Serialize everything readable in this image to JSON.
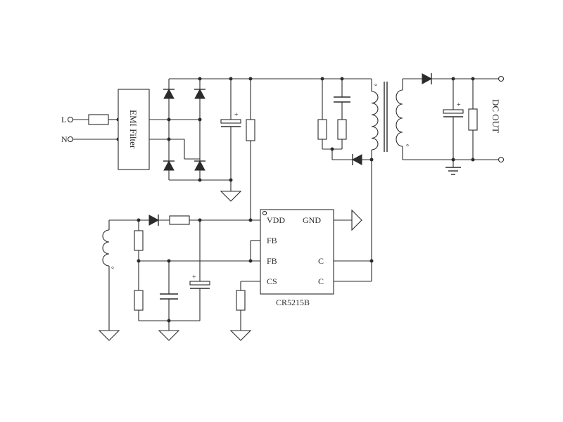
{
  "inputs": {
    "line": "L",
    "neutral": "N"
  },
  "emi_filter": {
    "label": "EMI Filter"
  },
  "ic": {
    "part": "CR5215B",
    "pins": {
      "vdd": "VDD",
      "fb1": "FB",
      "fb2": "FB",
      "cs": "CS",
      "gnd": "GND",
      "c1": "C",
      "c2": "C"
    }
  },
  "output": {
    "label": "DC OUT"
  },
  "polarity": {
    "plus": "+",
    "dot": "°"
  },
  "colors": {
    "ink": "#2b2b2b",
    "background": "#ffffff"
  }
}
